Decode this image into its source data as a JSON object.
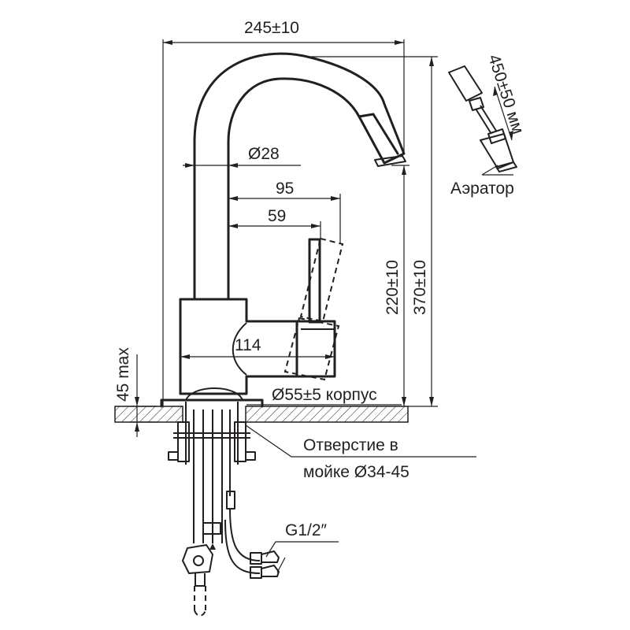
{
  "dimensions": {
    "overall_width": "245±10",
    "tube_diameter": "Ø28",
    "lever_offset_95": "95",
    "lever_offset_59": "59",
    "body_depth": "114",
    "base_diameter": "Ø55±5 корпус",
    "spout_height": "220±10",
    "total_height": "370±10",
    "max_counter_thickness": "45 max",
    "hose_length": "450±50 мм"
  },
  "labels": {
    "aerator": "Аэратор",
    "hole_line1": "Отверстие в",
    "hole_line2": "мойке Ø34-45",
    "thread": "G1/2″"
  },
  "colors": {
    "ink": "#231f20",
    "background": "#ffffff"
  }
}
